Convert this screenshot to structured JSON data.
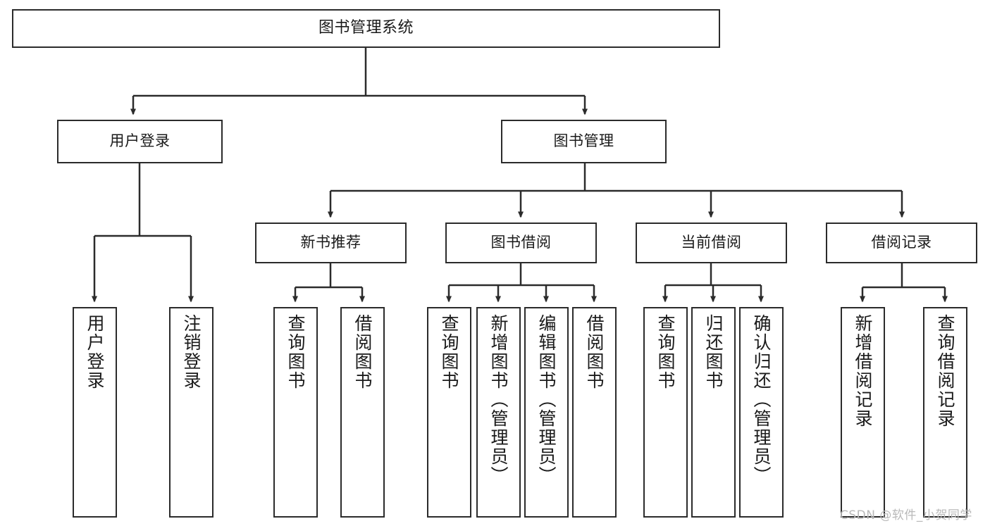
{
  "diagram": {
    "type": "tree",
    "title": "图书管理系统",
    "orientation": "top-down",
    "colors": {
      "background": "#ffffff",
      "box_border": "#2b2b2b",
      "box_fill": "#ffffff",
      "edge": "#2b2b2b",
      "text": "#1a1a1a",
      "watermark": "#b9b9b9"
    },
    "root": {
      "label": "图书管理系统"
    },
    "level2": [
      {
        "label": "用户登录"
      },
      {
        "label": "图书管理"
      }
    ],
    "level3": [
      {
        "label": "新书推荐"
      },
      {
        "label": "图书借阅"
      },
      {
        "label": "当前借阅"
      },
      {
        "label": "借阅记录"
      }
    ],
    "leaves": {
      "user_login": [
        {
          "label": "用户登录"
        },
        {
          "label": "注销登录"
        }
      ],
      "new_book_recommend": [
        {
          "label": "查询图书"
        },
        {
          "label": "借阅图书"
        }
      ],
      "book_borrow": [
        {
          "label": "查询图书"
        },
        {
          "label": "新增图书（管理员）"
        },
        {
          "label": "编辑图书（管理员）"
        },
        {
          "label": "借阅图书"
        }
      ],
      "current_borrow": [
        {
          "label": "查询图书"
        },
        {
          "label": "归还图书"
        },
        {
          "label": "确认归还（管理员）"
        }
      ],
      "borrow_record": [
        {
          "label": "新增借阅记录"
        },
        {
          "label": "查询借阅记录"
        }
      ]
    }
  },
  "watermark": {
    "text": "CSDN @软件_小贺同学"
  }
}
